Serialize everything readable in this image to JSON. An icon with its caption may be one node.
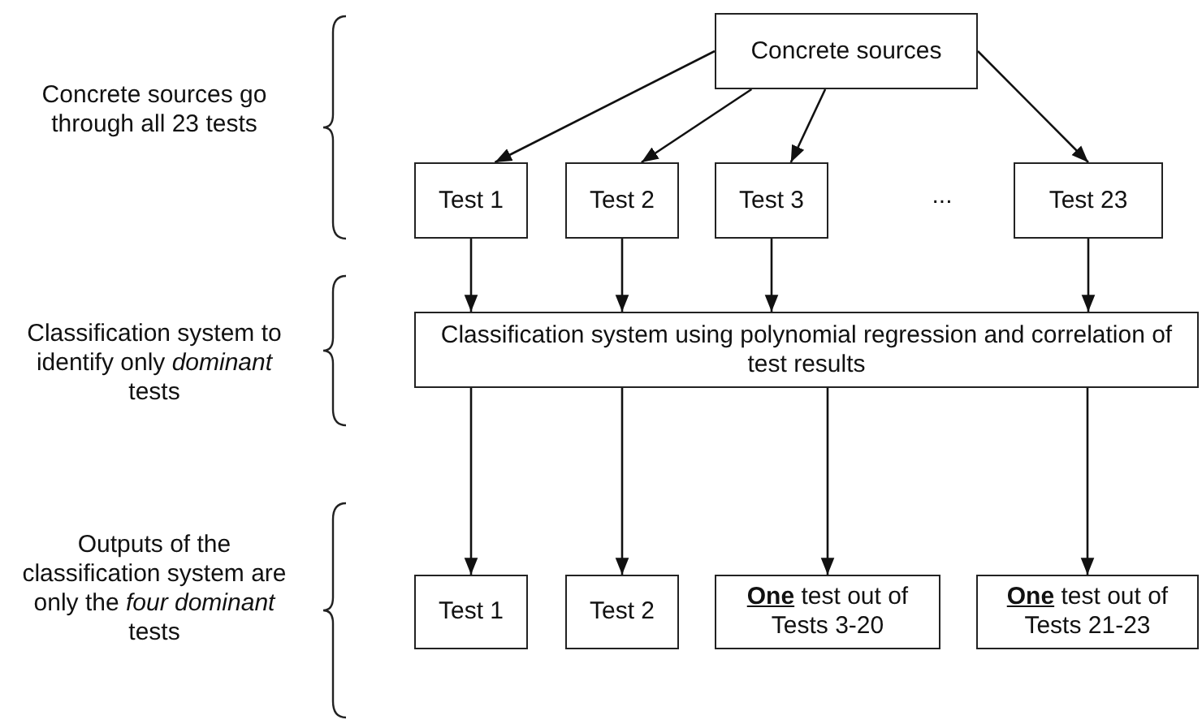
{
  "diagram": {
    "nodes": [
      {
        "text": [
          "Concrete sources"
        ]
      },
      {
        "text": [
          "Test 1"
        ]
      },
      {
        "text": [
          "Test 2"
        ]
      },
      {
        "text": [
          "Test 3"
        ]
      },
      {
        "text": [
          "Test 23"
        ]
      },
      {
        "text": [
          "Classification system using polynomial regression and correlation of test results"
        ]
      },
      {
        "text": [
          "Test 1"
        ]
      },
      {
        "text": [
          "Test 2"
        ]
      },
      {
        "text": [
          "**One** test out of Tests 3-20"
        ]
      },
      {
        "text": [
          "**One** test out of Tests 21-23"
        ]
      }
    ],
    "edges": [
      {
        "from": 0,
        "to": 1,
        "arrow": "to"
      },
      {
        "from": 0,
        "to": 2,
        "arrow": "to"
      },
      {
        "from": 0,
        "to": 3,
        "arrow": "to"
      },
      {
        "from": 0,
        "to": 4,
        "arrow": "to"
      },
      {
        "from": 1,
        "to": 5,
        "arrow": "to"
      },
      {
        "from": 2,
        "to": 5,
        "arrow": "to"
      },
      {
        "from": 3,
        "to": 5,
        "arrow": "to"
      },
      {
        "from": 4,
        "to": 5,
        "arrow": "to"
      },
      {
        "from": 5,
        "to": 6,
        "arrow": "to"
      },
      {
        "from": 5,
        "to": 7,
        "arrow": "to"
      },
      {
        "from": 5,
        "to": 8,
        "arrow": "to"
      },
      {
        "from": 5,
        "to": 9,
        "arrow": "to"
      }
    ],
    "labels": [
      "Concrete sources go through all 23 tests",
      "...",
      "Classification system to identify only *dominant* tests",
      "Outputs of the classification system are only the *four dominant* tests"
    ]
  }
}
